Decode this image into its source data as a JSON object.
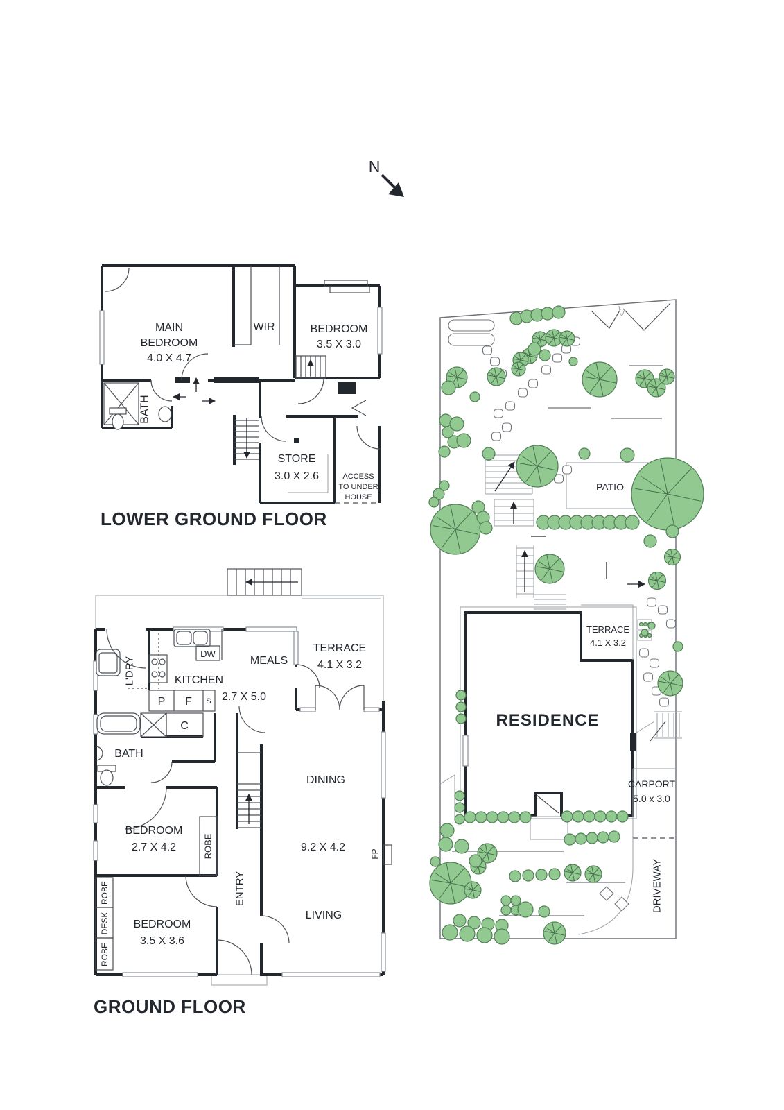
{
  "compass": {
    "label": "N"
  },
  "lower_ground": {
    "title": "LOWER GROUND FLOOR",
    "main_bedroom_line1": "MAIN",
    "main_bedroom_line2": "BEDROOM",
    "main_bedroom_dims": "4.0 X 4.7",
    "wir": "WIR",
    "bedroom": "BEDROOM",
    "bedroom_dims": "3.5 X 3.0",
    "bath": "BATH",
    "store": "STORE",
    "store_dims": "3.0 X 2.6",
    "access_line1": "ACCESS",
    "access_line2": "TO UNDER",
    "access_line3": "HOUSE"
  },
  "ground": {
    "title": "GROUND FLOOR",
    "laundry": "L'DRY",
    "kitchen": "KITCHEN",
    "kitchen_dims": "2.7 X 5.0",
    "dishwasher": "DW",
    "meals": "MEALS",
    "terrace": "TERRACE",
    "terrace_dims": "4.1 X 3.2",
    "pantry": "P",
    "fridge": "F",
    "shelf": "S",
    "cupboard": "C",
    "bath": "BATH",
    "dining": "DINING",
    "bedroom1": "BEDROOM",
    "bedroom1_dims": "2.7 X 4.2",
    "robe1": "ROBE",
    "living_dims": "9.2 X 4.2",
    "fireplace": "FP",
    "entry": "ENTRY",
    "living": "LIVING",
    "bedroom2": "BEDROOM",
    "bedroom2_dims": "3.5 X 3.6",
    "robe2": "ROBE",
    "desk": "DESK",
    "robe3": "ROBE"
  },
  "site": {
    "patio": "PATIO",
    "terrace": "TERRACE",
    "terrace_dims": "4.1 X 3.2",
    "residence": "RESIDENCE",
    "carport": "CARPORT",
    "carport_dims": "5.0 x 3.0",
    "driveway": "DRIVEWAY"
  }
}
